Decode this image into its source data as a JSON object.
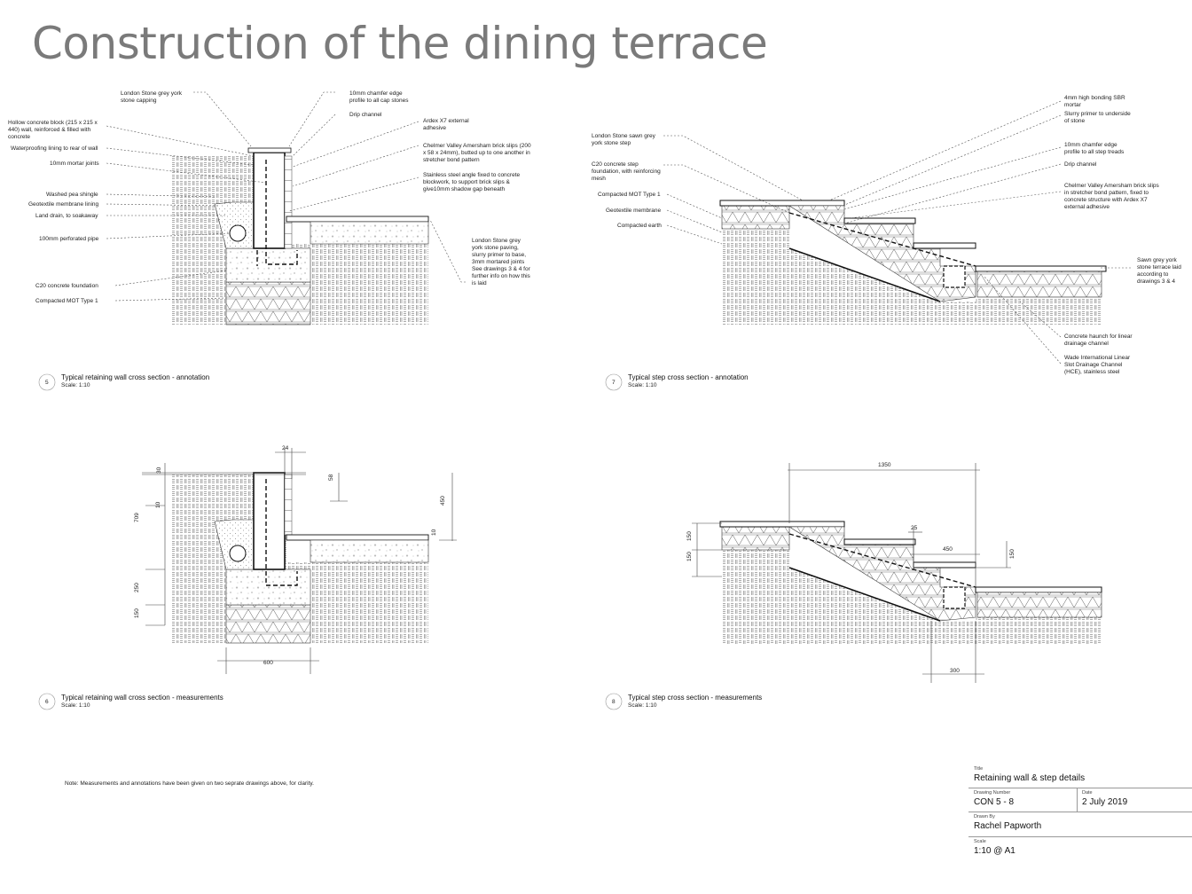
{
  "title": "Construction of the dining terrace",
  "drawings": {
    "d5": {
      "number": "5",
      "title": "Typical retaining wall cross section - annotation",
      "scale": "Scale: 1:10",
      "labels_left": [
        [
          "London Stone grey york",
          "stone capping"
        ],
        [
          "Hollow concrete block (215 x 215 x",
          "440) wall, reinforced & filled with",
          "concrete"
        ],
        [
          "Waterproofing lining to rear of wall"
        ],
        [
          "10mm mortar joints"
        ],
        [
          "Washed pea shingle"
        ],
        [
          "Geotextile membrane lining"
        ],
        [
          "Land drain, to soakaway"
        ],
        [
          "100mm perforated pipe"
        ],
        [
          "C20 concrete foundation"
        ],
        [
          "Compacted MOT Type 1"
        ]
      ],
      "labels_right": [
        [
          "10mm chamfer edge",
          "profile to all cap stones"
        ],
        [
          "Drip channel"
        ],
        [
          "Ardex X7 external",
          "adhesive"
        ],
        [
          "Chelmer Valley Amersham brick slips (200",
          "x 58 x 24mm), butted up to one another in",
          "stretcher bond pattern"
        ],
        [
          "Stainless steel angle fixed to concrete",
          "blockwork, to support brick slips &",
          "give10mm shadow gap beneath"
        ],
        [
          "London Stone grey",
          "york stone paving,",
          "slurry primer to base,",
          "3mm mortared joints",
          "See drawings 3 & 4 for",
          "further info on how this",
          "is laid"
        ]
      ]
    },
    "d6": {
      "number": "6",
      "title": "Typical retaining wall cross section - measurements",
      "scale": "Scale: 1:10",
      "dims": [
        "24",
        "30",
        "58",
        "450",
        "709",
        "10",
        "10",
        "250",
        "150",
        "600"
      ]
    },
    "d7": {
      "number": "7",
      "title": "Typical step cross section - annotation",
      "scale": "Scale: 1:10",
      "labels_left": [
        [
          "London Stone sawn grey",
          "york stone step"
        ],
        [
          "C20 concrete step",
          "foundation, with reinforcing",
          "mesh"
        ],
        [
          "Compacted MOT Type 1"
        ],
        [
          "Geotextile membrane"
        ],
        [
          "Compacted earth"
        ]
      ],
      "labels_right": [
        [
          "4mm high bonding SBR",
          "mortar"
        ],
        [
          "Slurry primer to underside",
          "of stone"
        ],
        [
          "10mm chamfer edge",
          "profile to all step treads"
        ],
        [
          "Drip channel"
        ],
        [
          "Chelmer Valley Amersham brick slips",
          "in stretcher bond pattern, fixed to",
          "concrete structure with Ardex X7",
          "external adhesive"
        ],
        [
          "Sawn grey york",
          "stone terrace laid",
          "according to",
          "drawings 3 & 4"
        ],
        [
          "Concrete haunch for linear",
          "drainage channel"
        ],
        [
          "Wade International Linear",
          "Slot Drainage Channel",
          "(HCE), stainless steel"
        ]
      ]
    },
    "d8": {
      "number": "8",
      "title": "Typical step cross section - measurements",
      "scale": "Scale: 1:10",
      "dims": [
        "1350",
        "150",
        "150",
        "25",
        "450",
        "150",
        "300"
      ]
    }
  },
  "note": "Note:  Measurements and annotations have been given on two seprate drawings above, for clarity.",
  "title_block": {
    "title_label": "Title",
    "title_value": "Retaining wall & step details",
    "drawing_number_label": "Drawing Number",
    "drawing_number_value": "CON 5 - 8",
    "date_label": "Date",
    "date_value": "2 July 2019",
    "drawn_by_label": "Drawn By",
    "drawn_by_value": "Rachel Papworth",
    "scale_label": "Scale",
    "scale_value": "1:10 @ A1"
  }
}
